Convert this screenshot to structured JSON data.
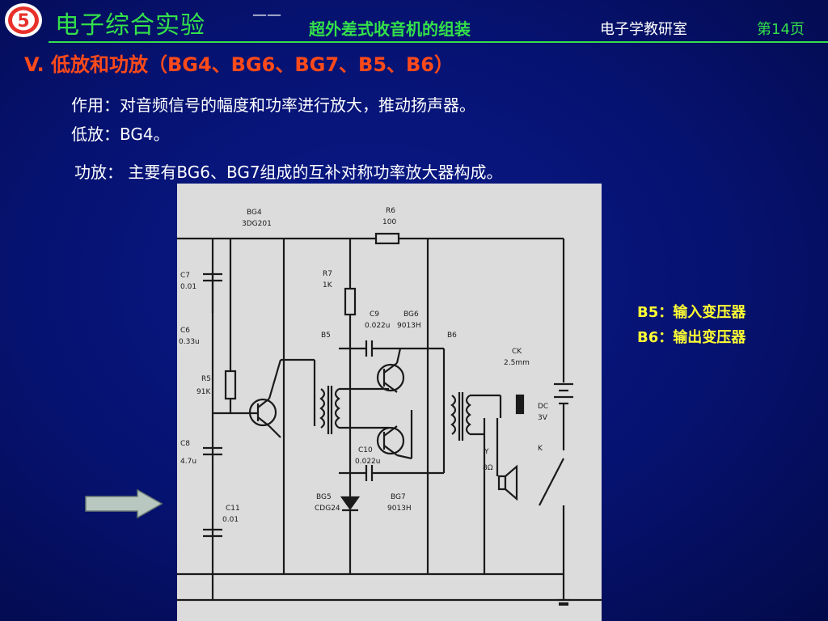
{
  "header": {
    "logo_letter": "5",
    "course_title": "电子综合实验",
    "dash": "——",
    "subtitle": "超外差式收音机的组装",
    "department": "电子学教研室",
    "page_number": "第14页"
  },
  "section": {
    "title": "V.  低放和功放（BG4、BG6、BG7、B5、B6）"
  },
  "body": {
    "line1": "作用：对音频信号的幅度和功率进行放大，推动扬声器。",
    "line2": "低放：BG4。",
    "line3": "功放：  主要有BG6、BG7组成的互补对称功率放大器构成。"
  },
  "legend": {
    "b5": "B5：输入变压器",
    "b6": "B6：输出变压器"
  },
  "schematic": {
    "labels": {
      "bg4_name": "BG4",
      "bg4_type": "3DG201",
      "r6_name": "R6",
      "r6_value": "100",
      "c7_name": "C7",
      "c7_value": "0.01",
      "r7_name": "R7",
      "r7_value": "1K",
      "c9_name": "C9",
      "c9_value": "0.022u",
      "bg6_name": "BG6",
      "bg6_type": "9013H",
      "c6_name": "C6",
      "c6_value": "0.33u",
      "b5_name": "B5",
      "b6_name": "B6",
      "ck_name": "CK",
      "ck_value": "2.5mm",
      "r5_name": "R5",
      "r5_value": "91K",
      "dc_name": "DC",
      "dc_value": "3V",
      "c8_name": "C8",
      "c8_value": "4.7u",
      "c10_name": "C10",
      "c10_value": "0.022u",
      "k_name": "K",
      "y_name": "Y",
      "y_value": "8Ω",
      "c11_name": "C11",
      "c11_value": "0.01",
      "bg5_name": "BG5",
      "bg5_type": "CDG24",
      "bg7_name": "BG7",
      "bg7_type": "9013H"
    }
  },
  "colors": {
    "background": "#061270",
    "title_green": "#33e04a",
    "section_red": "#ff4a1a",
    "legend_yellow": "#ffff33",
    "arrow_fill": "#b8c8c0"
  }
}
